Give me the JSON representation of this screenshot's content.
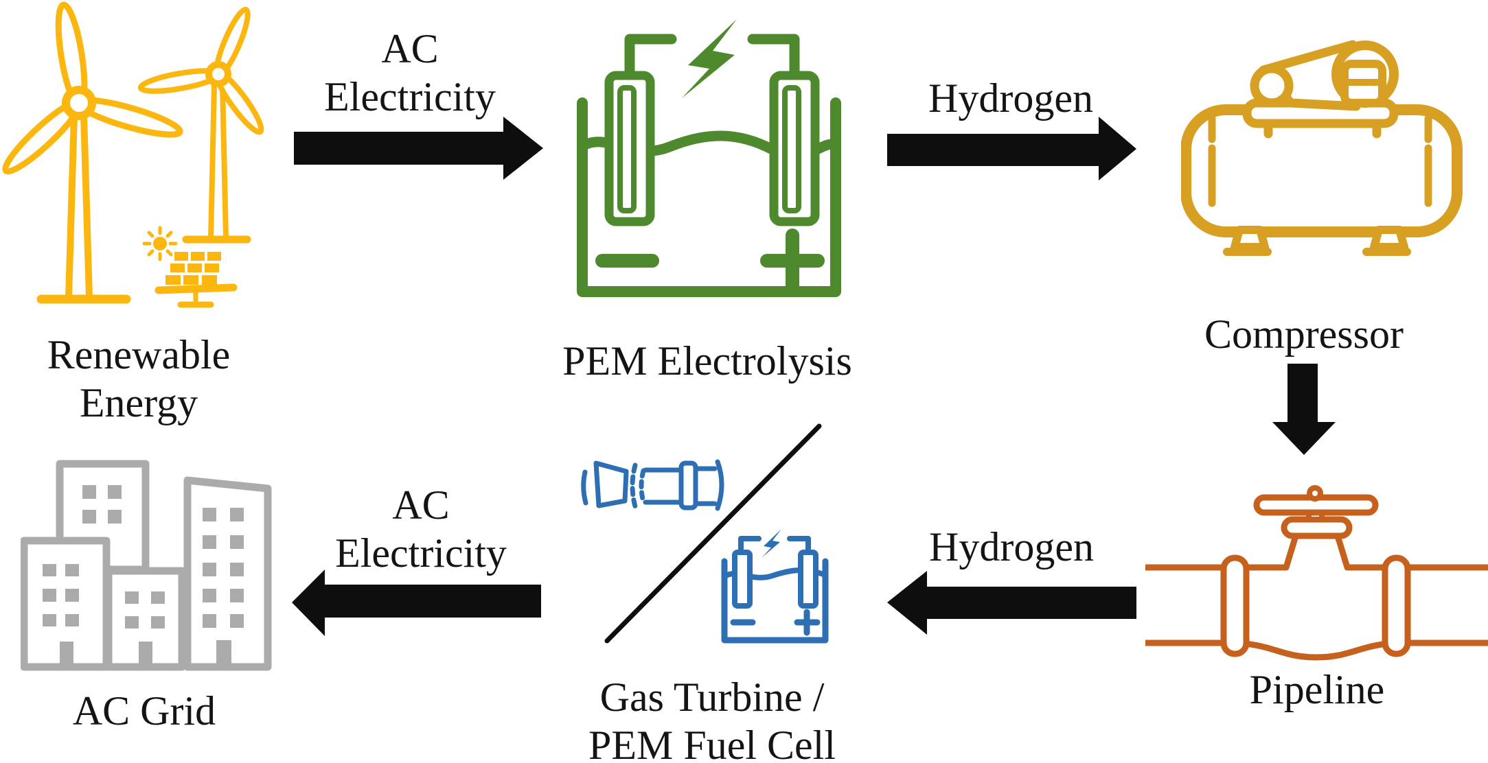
{
  "colors": {
    "renewable_yellow": "#FBB60F",
    "electrolysis_green": "#4E8A2D",
    "compressor_gold": "#D7A022",
    "pipeline_orange": "#C6611D",
    "conversion_blue": "#2D6FB2",
    "grid_gray": "#ABABAB",
    "arrow_black": "#0E0E0E"
  },
  "nodes": [
    {
      "id": "renewable-energy",
      "icon": "wind-turbines-solar-icon",
      "label_lines": [
        "Renewable",
        "Energy"
      ],
      "color": "#FBB60F"
    },
    {
      "id": "pem-electrolysis",
      "icon": "electrolysis-cell-icon",
      "label_lines": [
        "PEM Electrolysis"
      ],
      "color": "#4E8A2D"
    },
    {
      "id": "compressor",
      "icon": "compressor-icon",
      "label_lines": [
        "Compressor"
      ],
      "color": "#D7A022"
    },
    {
      "id": "pipeline",
      "icon": "pipeline-valve-icon",
      "label_lines": [
        "Pipeline"
      ],
      "color": "#C6611D"
    },
    {
      "id": "gas-turbine-pem-fuel-cell",
      "icon": "gas-turbine-and-fuel-cell-icon",
      "label_lines": [
        "Gas Turbine /",
        "PEM Fuel Cell"
      ],
      "color": "#2D6FB2"
    },
    {
      "id": "ac-grid",
      "icon": "city-buildings-icon",
      "label_lines": [
        "AC Grid"
      ],
      "color": "#ABABAB"
    }
  ],
  "edges": [
    {
      "from": "renewable-energy",
      "to": "pem-electrolysis",
      "direction": "right",
      "label_lines": [
        "AC",
        "Electricity"
      ]
    },
    {
      "from": "pem-electrolysis",
      "to": "compressor",
      "direction": "right",
      "label_lines": [
        "Hydrogen"
      ]
    },
    {
      "from": "compressor",
      "to": "pipeline",
      "direction": "down",
      "label_lines": []
    },
    {
      "from": "pipeline",
      "to": "gas-turbine-pem-fuel-cell",
      "direction": "left",
      "label_lines": [
        "Hydrogen"
      ]
    },
    {
      "from": "gas-turbine-pem-fuel-cell",
      "to": "ac-grid",
      "direction": "left",
      "label_lines": [
        "AC",
        "Electricity"
      ]
    }
  ]
}
